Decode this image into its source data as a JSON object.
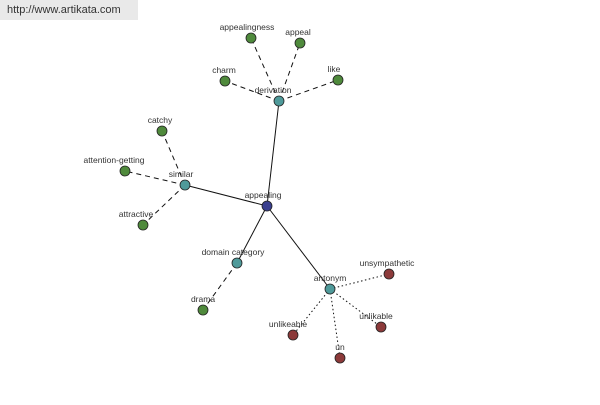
{
  "source": {
    "url_text": "http://www.artikata.com"
  },
  "colors": {
    "center": "#3a3f8f",
    "relation": "#4f9a9a",
    "synonym": "#4f8a3c",
    "antonym": "#8c3a3a"
  },
  "graph": {
    "center": {
      "label": "appealing"
    },
    "relations": [
      {
        "id": "derivation",
        "label": "derivation",
        "style": "dashed",
        "color_key": "synonym",
        "words": [
          "appealingness",
          "appeal",
          "charm",
          "like"
        ]
      },
      {
        "id": "similar",
        "label": "similar",
        "style": "dashed",
        "color_key": "synonym",
        "words": [
          "catchy",
          "attention-getting",
          "attractive"
        ]
      },
      {
        "id": "domain-category",
        "label": "domain category",
        "style": "dashed",
        "color_key": "synonym",
        "words": [
          "drama"
        ]
      },
      {
        "id": "antonym",
        "label": "antonym",
        "style": "dotted",
        "color_key": "antonym",
        "words": [
          "unsympathetic",
          "unlikeable",
          "unlikable",
          "un"
        ]
      }
    ]
  }
}
